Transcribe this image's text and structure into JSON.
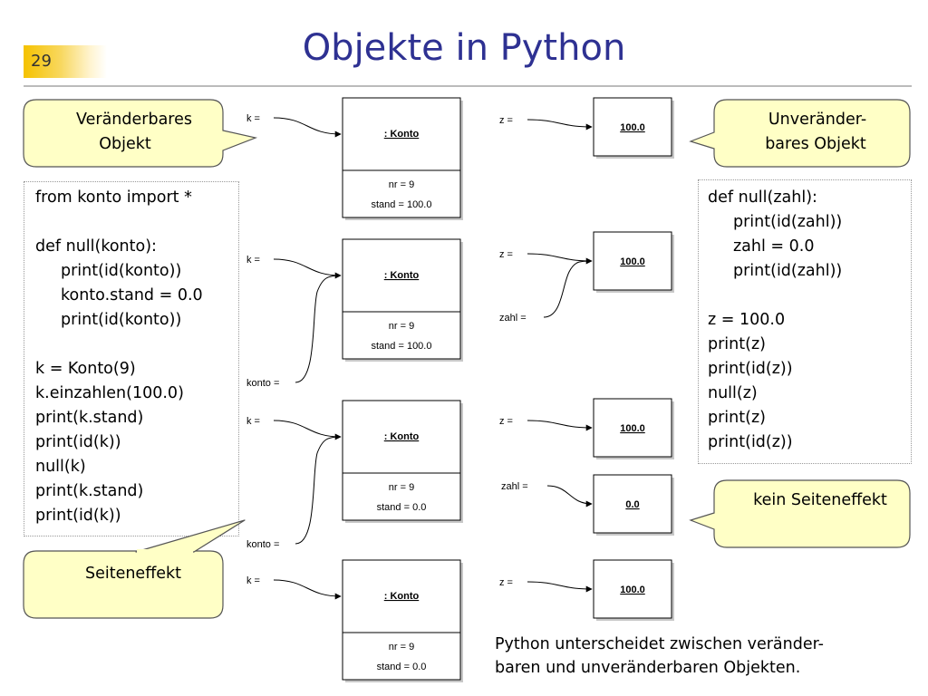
{
  "slide": {
    "number": "29",
    "title": "Objekte in Python",
    "footer": [
      "Python unterscheidet zwischen veränder-",
      "baren und unveränderbaren Objekten."
    ]
  },
  "callouts": {
    "mutable": [
      "Veränderbares",
      "Objekt"
    ],
    "immutable": [
      "Unveränder-",
      "bares Objekt"
    ],
    "side_effect": "Seiteneffekt",
    "no_side_effect": "kein Seiteneffekt"
  },
  "code_left": [
    {
      "text": "from konto import *",
      "indent": 0
    },
    {
      "text": "",
      "indent": 0
    },
    {
      "text": "def null(konto):",
      "indent": 0
    },
    {
      "text": "print(id(konto))",
      "indent": 1
    },
    {
      "text": "konto.stand = 0.0",
      "indent": 1
    },
    {
      "text": "print(id(konto))",
      "indent": 1
    },
    {
      "text": "",
      "indent": 0
    },
    {
      "text": "k = Konto(9)",
      "indent": 0
    },
    {
      "text": "k.einzahlen(100.0)",
      "indent": 0
    },
    {
      "text": "print(k.stand)",
      "indent": 0
    },
    {
      "text": "print(id(k))",
      "indent": 0
    },
    {
      "text": "null(k)",
      "indent": 0
    },
    {
      "text": "print(k.stand)",
      "indent": 0
    },
    {
      "text": "print(id(k))",
      "indent": 0
    }
  ],
  "code_right": [
    {
      "text": "def null(zahl):",
      "indent": 0
    },
    {
      "text": "print(id(zahl))",
      "indent": 1
    },
    {
      "text": "zahl = 0.0",
      "indent": 1
    },
    {
      "text": "print(id(zahl))",
      "indent": 1
    },
    {
      "text": "",
      "indent": 0
    },
    {
      "text": "z = 100.0",
      "indent": 0
    },
    {
      "text": "print(z)",
      "indent": 0
    },
    {
      "text": "print(id(z))",
      "indent": 0
    },
    {
      "text": "null(z)",
      "indent": 0
    },
    {
      "text": "print(z)",
      "indent": 0
    },
    {
      "text": "print(id(z))",
      "indent": 0
    }
  ],
  "konto_diagrams": [
    {
      "vars": [
        "k ="
      ],
      "class_label": ": Konto",
      "attrs": [
        "nr  =  9",
        "stand  =  100.0"
      ]
    },
    {
      "vars": [
        "k =",
        "konto ="
      ],
      "class_label": ": Konto",
      "attrs": [
        "nr  =  9",
        "stand  =  100.0"
      ]
    },
    {
      "vars": [
        "k =",
        "konto ="
      ],
      "class_label": ": Konto",
      "attrs": [
        "nr  =  9",
        "stand  =  0.0"
      ]
    },
    {
      "vars": [
        "k ="
      ],
      "class_label": ": Konto",
      "attrs": [
        "nr  =  9",
        "stand  =  0.0"
      ]
    }
  ],
  "float_diagrams": [
    {
      "vars": [
        "z ="
      ],
      "values": [
        "100.0"
      ]
    },
    {
      "vars": [
        "z =",
        "zahl ="
      ],
      "values": [
        "100.0"
      ]
    },
    {
      "vars": [
        "z =",
        "zahl ="
      ],
      "values": [
        "100.0",
        "0.0"
      ]
    },
    {
      "vars": [
        "z ="
      ],
      "values": [
        "100.0"
      ]
    }
  ]
}
